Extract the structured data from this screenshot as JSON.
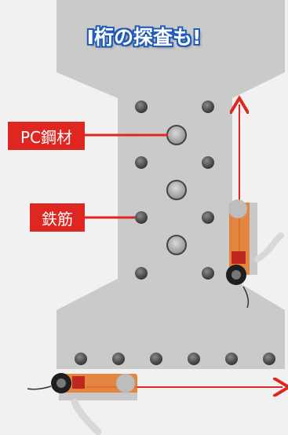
{
  "title": "I桁の探査も!",
  "labels": {
    "pc_steel": "PC鋼材",
    "rebar": "鉄筋"
  },
  "colors": {
    "accent_red": "#e02620",
    "title_outline": "#1f5bb8",
    "concrete": "#c9c9c7",
    "scanner_orange": "#e07a2e"
  }
}
